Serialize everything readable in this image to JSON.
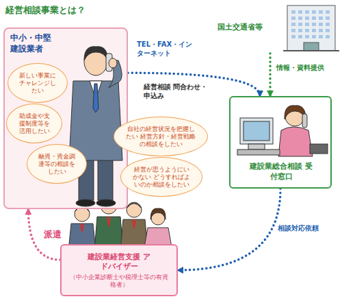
{
  "diagram": {
    "title": "経営相談事業とは？",
    "nodes": [
      {
        "text": [
          "中小・中堅 建設業者"
        ]
      },
      {
        "text": [
          "新しい事業にチャレンジしたい"
        ],
        "in": 0
      },
      {
        "text": [
          "助成金や支援制度等を活用したい"
        ],
        "in": 0
      },
      {
        "text": [
          "融資・資金調達等の相談をしたい"
        ],
        "in": 0
      },
      {
        "text": [
          "自社の経営状況を把握したい 経営方針・経営戦略の相談をしたい"
        ]
      },
      {
        "text": [
          "経営が思うようにいかない どうすればよいのか相談をしたい"
        ]
      },
      {
        "text": [
          "国土交通省等"
        ]
      },
      {
        "text": [
          "建設業総合相談 受付窓口"
        ]
      },
      {
        "text": [
          "建設業経営支援 アドバイザー",
          "（中小企業診断士や税理士等の有資格者）"
        ]
      }
    ],
    "edges": [
      {
        "from": 0,
        "to": 7,
        "arrow": "to",
        "label": "TEL・FAX・インターネット"
      },
      {
        "from": 6,
        "to": 7,
        "arrow": "to",
        "label": "情報・資料提供"
      },
      {
        "from": 7,
        "to": 8,
        "arrow": "to",
        "label": "相談対応依頼"
      },
      {
        "from": 8,
        "to": 0,
        "arrow": "to",
        "label": "派遣"
      }
    ],
    "labels": [
      "経営相談 問合わせ・申込み"
    ]
  }
}
